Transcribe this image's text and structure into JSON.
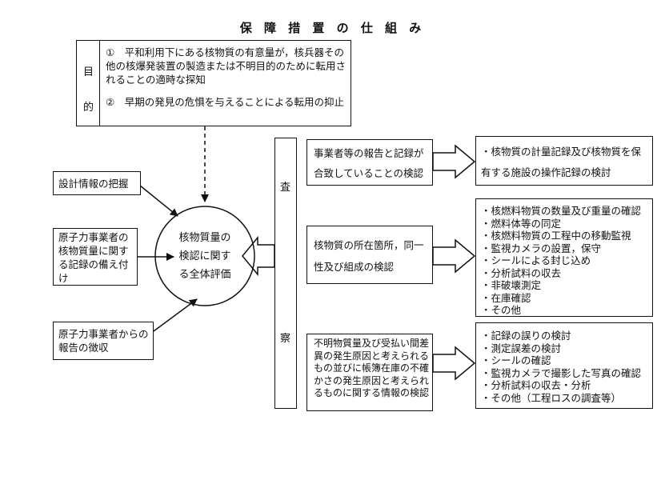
{
  "title": "保 障 措 置 の 仕 組 み",
  "purpose": {
    "label_top": "目",
    "label_bottom": "的",
    "item1": "①　平和利用下にある核物質の有意量が，核兵器その他の核爆発装置の製造または不明目的のために転用されることの適時な探知",
    "item2": "②　早期の発見の危惧を与えることによる転用の抑止"
  },
  "left_inputs": [
    "設計情報の把握",
    "原子力事業者の核物質量に関する記録の備え付け",
    "原子力事業者からの報告の徴収"
  ],
  "center": "核物質量の検認に関する全体評価",
  "inspection": {
    "top": "査",
    "bottom": "察"
  },
  "checks": [
    "事業者等の報告と記録が合致していることの検認",
    "核物質の所在箇所，同一性及び組成の検認",
    "不明物質量及び受払い間差異の発生原因と考えられるもの並びに帳簿在庫の不確かさの発生原因と考えられるものに関する情報の検認"
  ],
  "details": [
    [
      "核物質の計量記録及び核物質を保有する施設の操作記録の検討"
    ],
    [
      "核燃料物質の数量及び重量の確認",
      "燃料体等の同定",
      "核燃料物質の工程中の移動監視",
      "監視カメラの設置，保守",
      "シールによる封じ込め",
      "分析試料の収去",
      "非破壊測定",
      "在庫確認",
      "その他"
    ],
    [
      "記録の誤りの検討",
      "測定誤差の検討",
      "シールの確認",
      "監視カメラで撮影した写真の確認",
      "分析試料の収去・分析",
      "その他（工程ロスの調査等）"
    ]
  ]
}
